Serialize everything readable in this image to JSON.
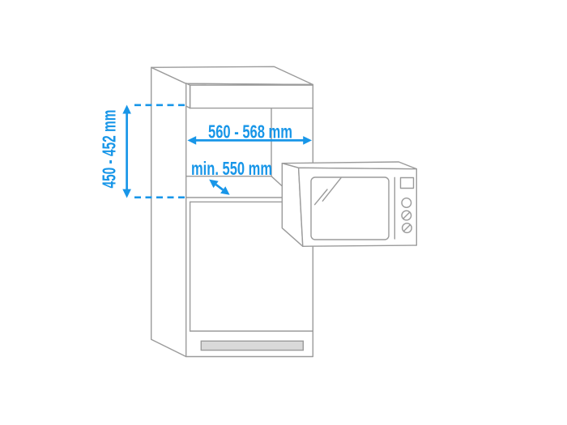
{
  "dimensions": {
    "niche_height": "450 - 452 mm",
    "niche_width": "560 - 568 mm",
    "niche_depth": "min. 550 mm"
  },
  "colors": {
    "accent_blue": "#1896e8",
    "line_gray": "#9b9b9b",
    "vent_gray": "#d9d9d9",
    "background": "#ffffff"
  }
}
